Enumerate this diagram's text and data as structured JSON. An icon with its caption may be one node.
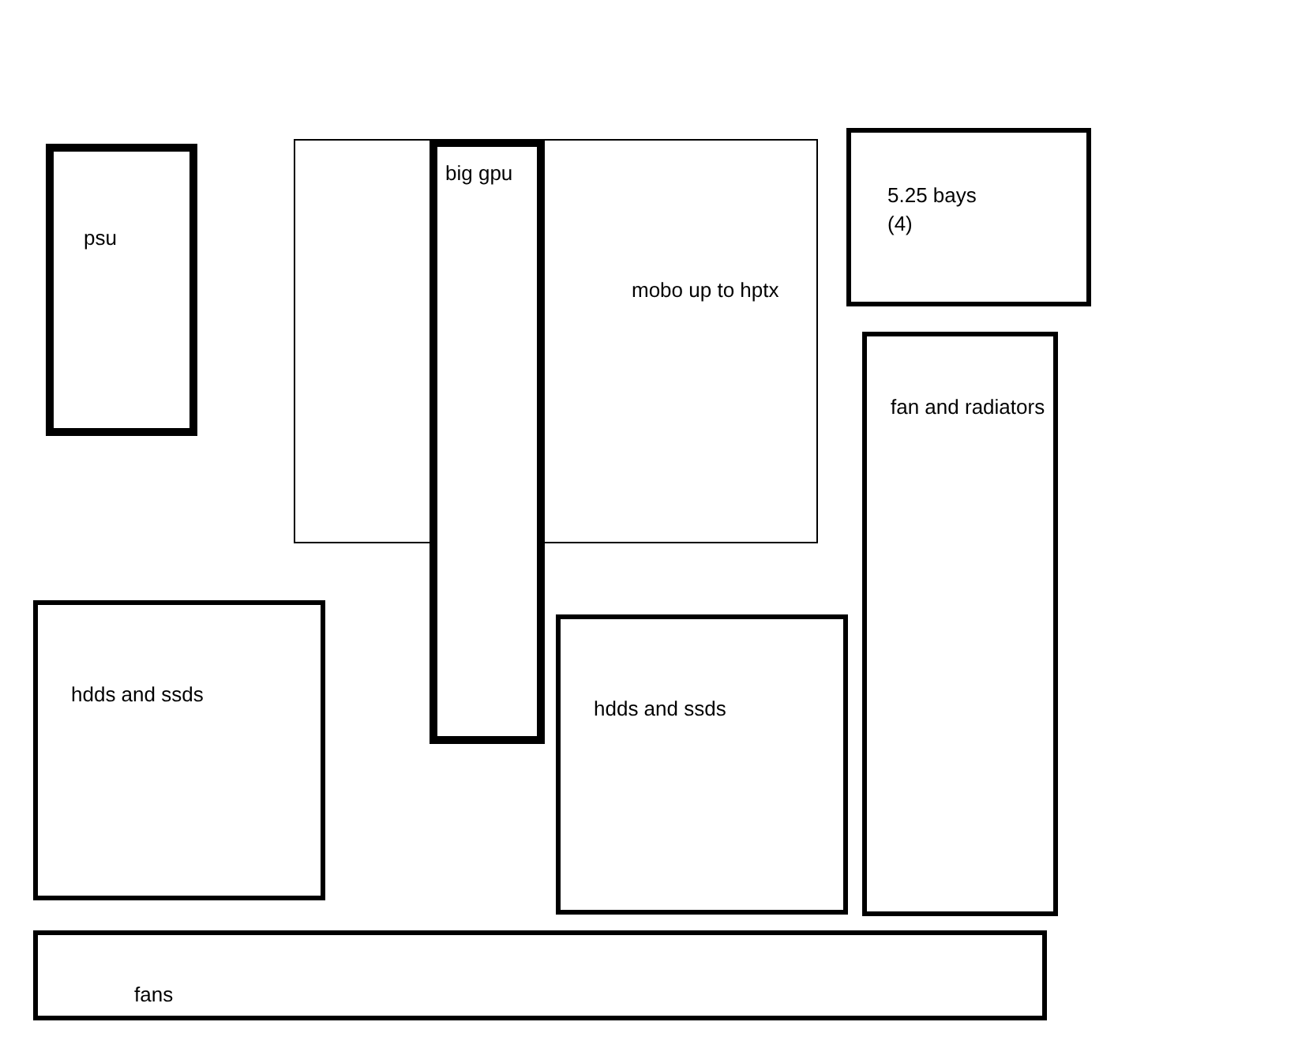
{
  "diagram": {
    "nodes": [
      {
        "text": [
          "psu"
        ]
      },
      {
        "text": [
          "mobo up to hptx"
        ]
      },
      {
        "text": [
          "big gpu"
        ]
      },
      {
        "text": [
          "5.25 bays (4)"
        ]
      },
      {
        "text": [
          "fan and radiators"
        ]
      },
      {
        "text": [
          "hdds and ssds"
        ]
      },
      {
        "text": [
          "hdds and ssds"
        ]
      },
      {
        "text": [
          "fans"
        ]
      }
    ]
  }
}
